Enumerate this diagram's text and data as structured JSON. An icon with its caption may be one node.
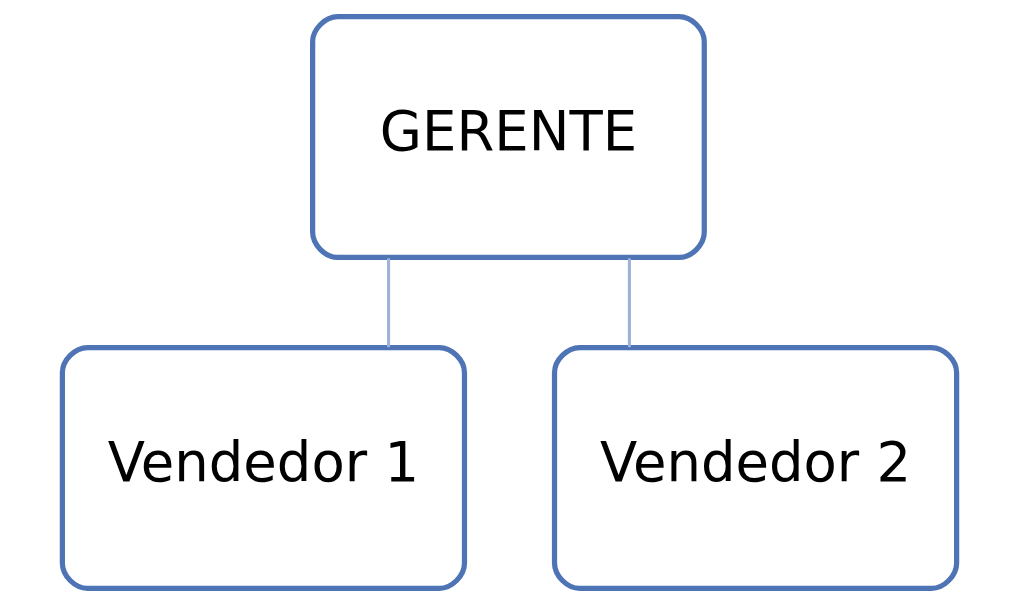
{
  "diagram": {
    "nodes": [
      {
        "text": [
          "GERENTE"
        ]
      },
      {
        "text": [
          "Vendedor 1"
        ]
      },
      {
        "text": [
          "Vendedor 2"
        ]
      }
    ],
    "edges": [
      {
        "from": 0,
        "to": 1,
        "arrow": "none"
      },
      {
        "from": 0,
        "to": 2,
        "arrow": "none"
      }
    ]
  }
}
